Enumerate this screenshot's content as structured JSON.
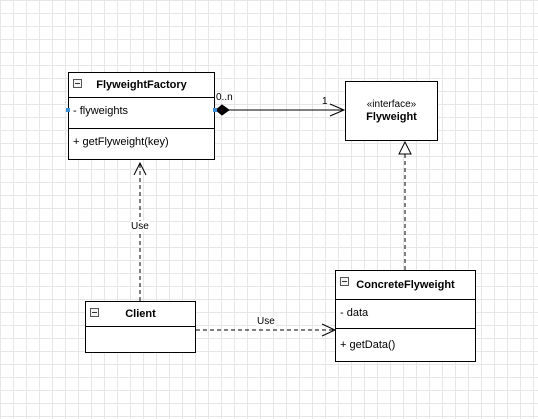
{
  "classes": {
    "flyweight_factory": {
      "name": "FlyweightFactory",
      "attributes": [
        "- flyweights"
      ],
      "operations": [
        "+ getFlyweight(key)"
      ]
    },
    "flyweight": {
      "stereotype": "«interface»",
      "name": "Flyweight"
    },
    "concrete_flyweight": {
      "name": "ConcreteFlyweight",
      "attributes": [
        "- data"
      ],
      "operations": [
        "+ getData()"
      ]
    },
    "client": {
      "name": "Client"
    }
  },
  "relations": {
    "factory_to_flyweight": {
      "type": "composition",
      "source_multiplicity": "0..n",
      "target_multiplicity": "1"
    },
    "client_to_factory": {
      "type": "dependency",
      "label": "Use"
    },
    "client_to_concrete": {
      "type": "dependency",
      "label": "Use"
    },
    "concrete_to_flyweight": {
      "type": "realization"
    }
  },
  "colors": {
    "line": "#000000",
    "grid": "#e6e6e6",
    "port": "#3b8fd6",
    "box_fill": "#ffffff"
  }
}
